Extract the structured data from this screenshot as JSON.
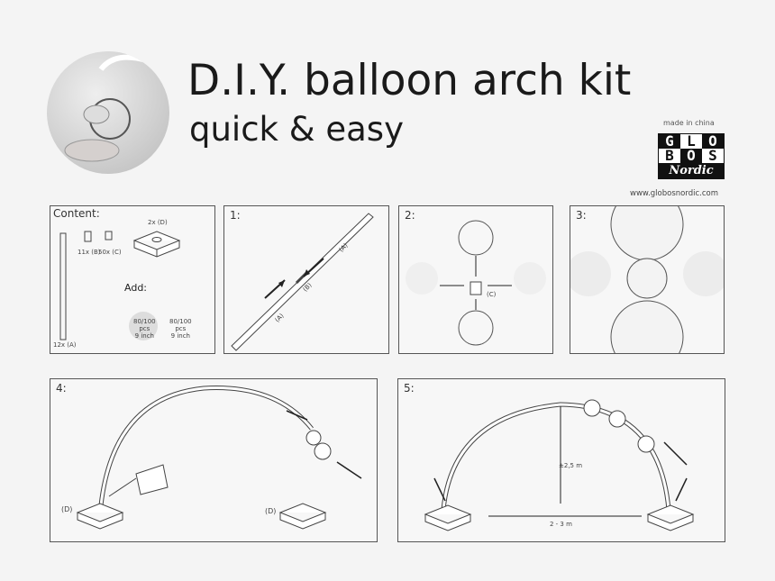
{
  "header": {
    "title": "D.I.Y. balloon arch kit",
    "subtitle": "quick & easy"
  },
  "brand": {
    "made_in": "made in china",
    "logo_text": "GLOBOS Nordic",
    "website": "www.globosnordic.com"
  },
  "content_panel": {
    "label": "Content:",
    "items": {
      "a": "12x (A)",
      "b": "11x (B)",
      "c": "50x (C)",
      "d": "2x (D)"
    },
    "add_label": "Add:",
    "balloon_1": [
      "80/100",
      "pcs",
      "9 inch"
    ],
    "balloon_2": [
      "80/100",
      "pcs",
      "9 inch"
    ]
  },
  "steps": [
    {
      "label": "1:",
      "parts": [
        "(A)",
        "(B)",
        "(A)"
      ]
    },
    {
      "label": "2:",
      "parts": [
        "(C)"
      ]
    },
    {
      "label": "3:"
    },
    {
      "label": "4:",
      "parts": [
        "(D)",
        "(D)"
      ]
    },
    {
      "label": "5:",
      "height": "±2,5 m",
      "width": "2 - 3 m"
    }
  ]
}
